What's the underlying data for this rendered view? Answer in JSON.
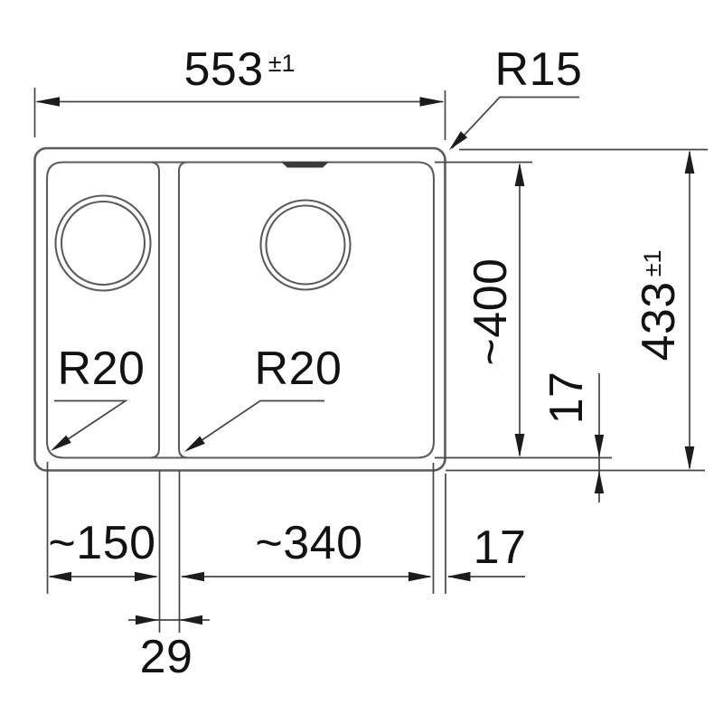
{
  "drawing": {
    "type": "sink-technical-drawing",
    "dims": {
      "overall_width": "553",
      "overall_width_tol": "±1",
      "corner_radius": "R15",
      "inner_depth": "~400",
      "overall_depth": "433",
      "overall_depth_tol": "±1",
      "rim_right_vertical": "17",
      "left_bowl_width": "~150",
      "right_bowl_width": "~340",
      "rim_right_horizontal": "17",
      "divider_width": "29",
      "left_bowl_radius": "R20",
      "right_bowl_radius": "R20"
    },
    "colors": {
      "background": "#ffffff",
      "outline": "#5c5c5c",
      "dimension_lines": "#454545",
      "arrowheads": "#1c1c1c",
      "text": "#121212"
    }
  }
}
